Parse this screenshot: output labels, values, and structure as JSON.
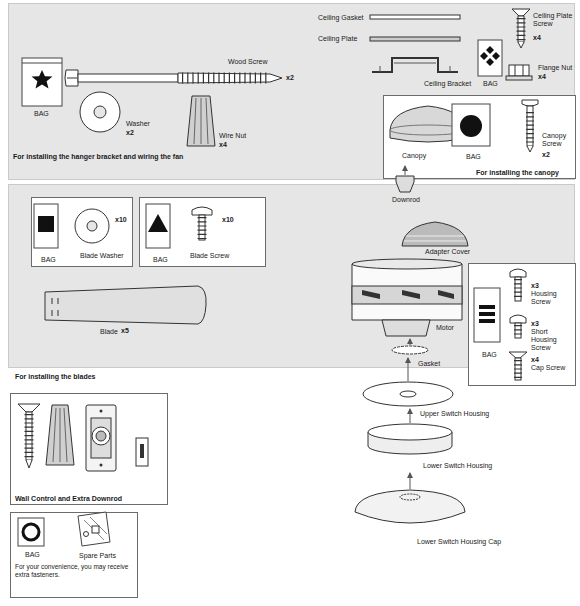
{
  "diagram": {
    "nodes": [
      {
        "text": [
          "For installing the hanger bracket and wiring the fan"
        ]
      },
      {
        "text": [
          "Canopy",
          "BAG",
          "Canopy Screw",
          "x2",
          "For installing the canopy"
        ],
        "in": 0
      },
      {
        "text": [
          "For installing the blades"
        ]
      },
      {
        "text": [
          "BAG",
          "Blade Washer",
          "x10"
        ],
        "in": 2
      },
      {
        "text": [
          "BAG",
          "Blade Screw",
          "x10"
        ],
        "in": 2
      },
      {
        "text": [
          "BAG",
          "x3",
          "Housing Screw",
          "x3",
          "Short Housing Screw",
          "x4",
          "Cap Screw"
        ],
        "in": 2
      },
      {
        "text": [
          "Wall Control and Extra Downrod"
        ]
      },
      {
        "text": [
          "BAG",
          "Spare Parts",
          "For your convenience, you may receive extra fasteners."
        ]
      }
    ],
    "labels": [
      "BAG",
      "Wood Screw",
      "x2",
      "Washer",
      "x2",
      "Wire Nut",
      "x4",
      "Ceiling Gasket",
      "Ceiling Plate",
      "Ceiling Bracket",
      "Ceiling Plate Screw",
      "x4",
      "BAG",
      "Flange Nut",
      "x4",
      "Downrod",
      "Adapter Cover",
      "Blade",
      "x5",
      "Motor",
      "Gasket",
      "Upper Switch Housing",
      "Lower Switch Housing",
      "Lower Switch Housing Cap"
    ]
  }
}
